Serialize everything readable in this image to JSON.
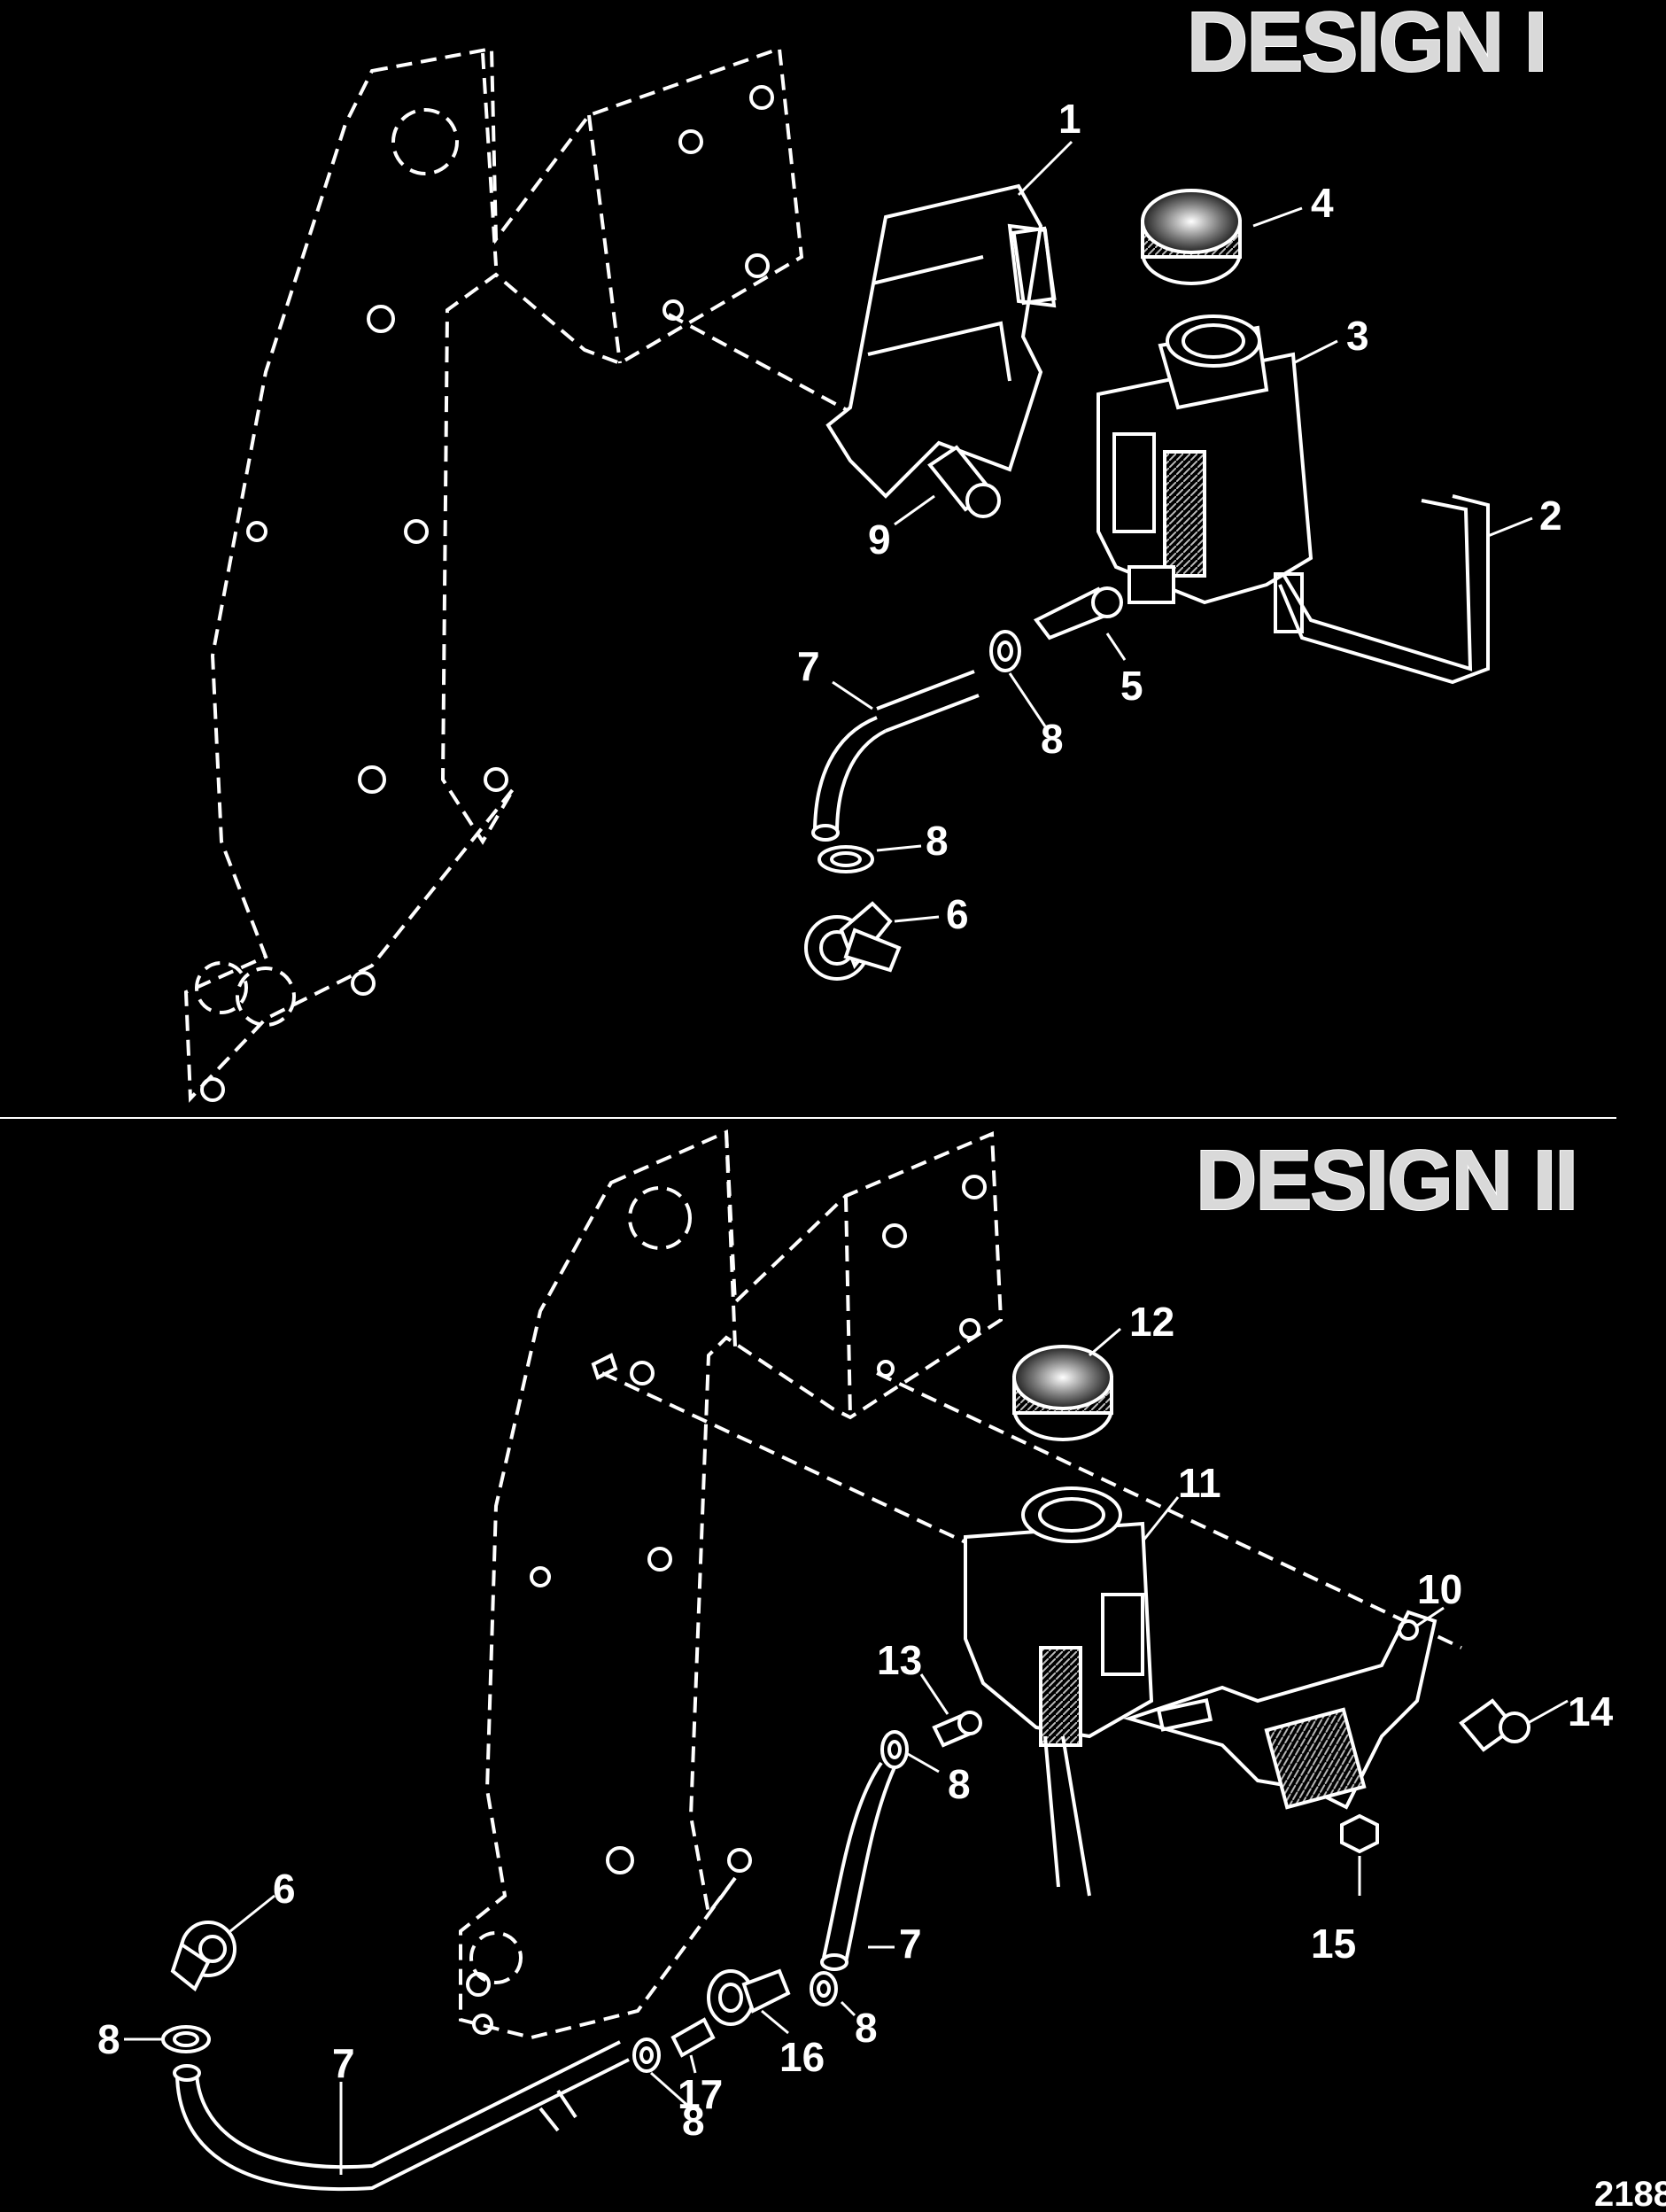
{
  "design_1": {
    "title": "DESIGN I",
    "callouts": [
      "1",
      "4",
      "3",
      "2",
      "9",
      "7",
      "8",
      "5",
      "8",
      "6"
    ]
  },
  "design_2": {
    "title": "DESIGN II",
    "callouts": [
      "12",
      "11",
      "10",
      "14",
      "13",
      "8",
      "15",
      "6",
      "7",
      "8",
      "8",
      "7",
      "17",
      "16",
      "8"
    ]
  },
  "figure_number": "2188"
}
